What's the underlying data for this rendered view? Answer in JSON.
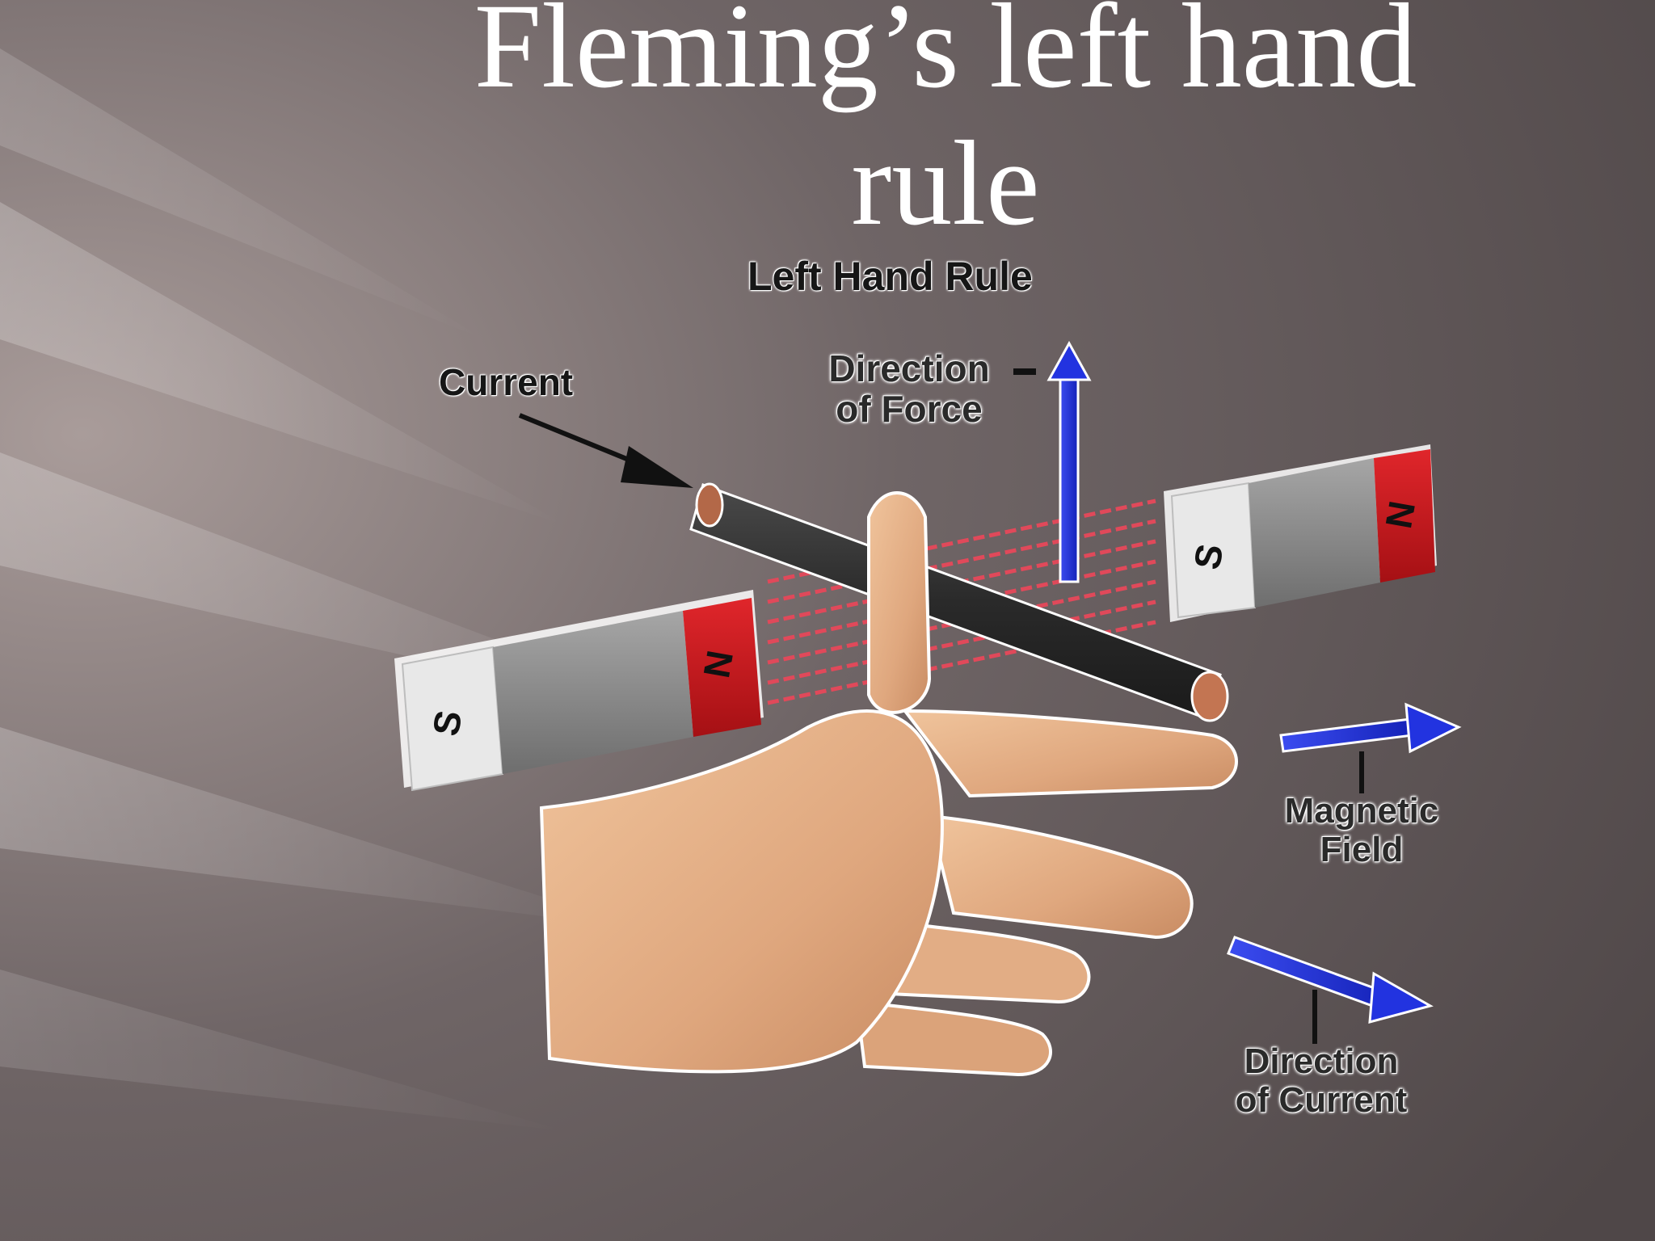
{
  "slide": {
    "title_line1": "Fleming’s left  hand",
    "title_line2": "rule"
  },
  "diagram": {
    "heading": "Left Hand Rule",
    "current_label": "Current",
    "force_label_line1": "Direction",
    "force_label_line2": "of Force",
    "field_label_line1": "Magnetic",
    "field_label_line2": "Field",
    "current_dir_label_line1": "Direction",
    "current_dir_label_line2": "of Current",
    "magnet_left": {
      "south": "S",
      "north": "N"
    },
    "magnet_right": {
      "south": "S",
      "north": "N"
    }
  },
  "colors": {
    "background": "#5e5656",
    "arrow_blue": "#1b2fd6",
    "magnet_red": "#c8181d",
    "magnet_grey": "#8a8a8a",
    "field_lines": "#e0495a",
    "skin": "#e5b38c",
    "conductor": "#333333"
  }
}
